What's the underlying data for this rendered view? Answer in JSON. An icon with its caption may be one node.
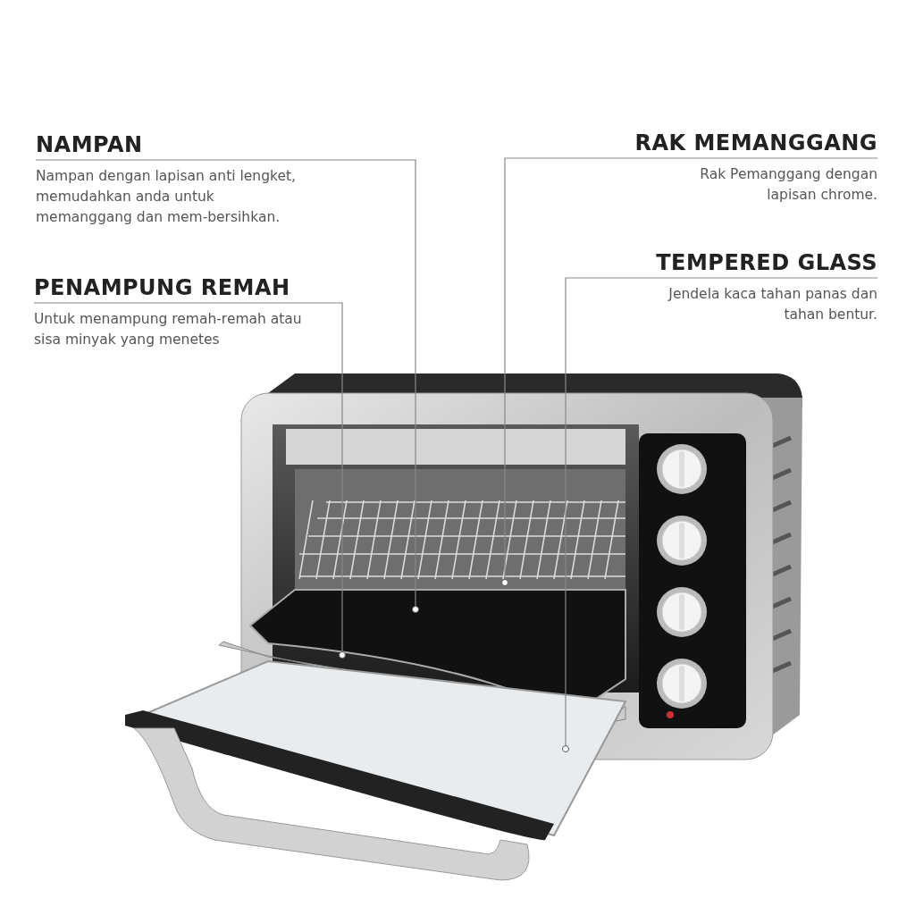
{
  "diagram": {
    "nodes": [
      {
        "text": [
          "NAMPAN",
          "Nampan dengan lapisan anti lengket, memudahkan anda untuk memanggang dan mem-bersihkan."
        ]
      },
      {
        "text": [
          "PENAMPUNG REMAH",
          "Untuk menampung remah-remah atau sisa minyak yang menetes"
        ]
      },
      {
        "text": [
          "RAK MEMANGGANG",
          "Rak Pemanggang dengan lapisan chrome."
        ]
      },
      {
        "text": [
          "TEMPERED GLASS",
          "Jendela kaca tahan panas dan tahan bentur."
        ]
      },
      {
        "text": [],
        "shape": "picture"
      }
    ],
    "edges": [
      {
        "from": 0,
        "to": 4,
        "arrow": "other"
      },
      {
        "from": 1,
        "to": 4,
        "arrow": "other"
      },
      {
        "from": 2,
        "to": 4,
        "arrow": "other"
      },
      {
        "from": 3,
        "to": 4,
        "arrow": "other"
      }
    ]
  }
}
